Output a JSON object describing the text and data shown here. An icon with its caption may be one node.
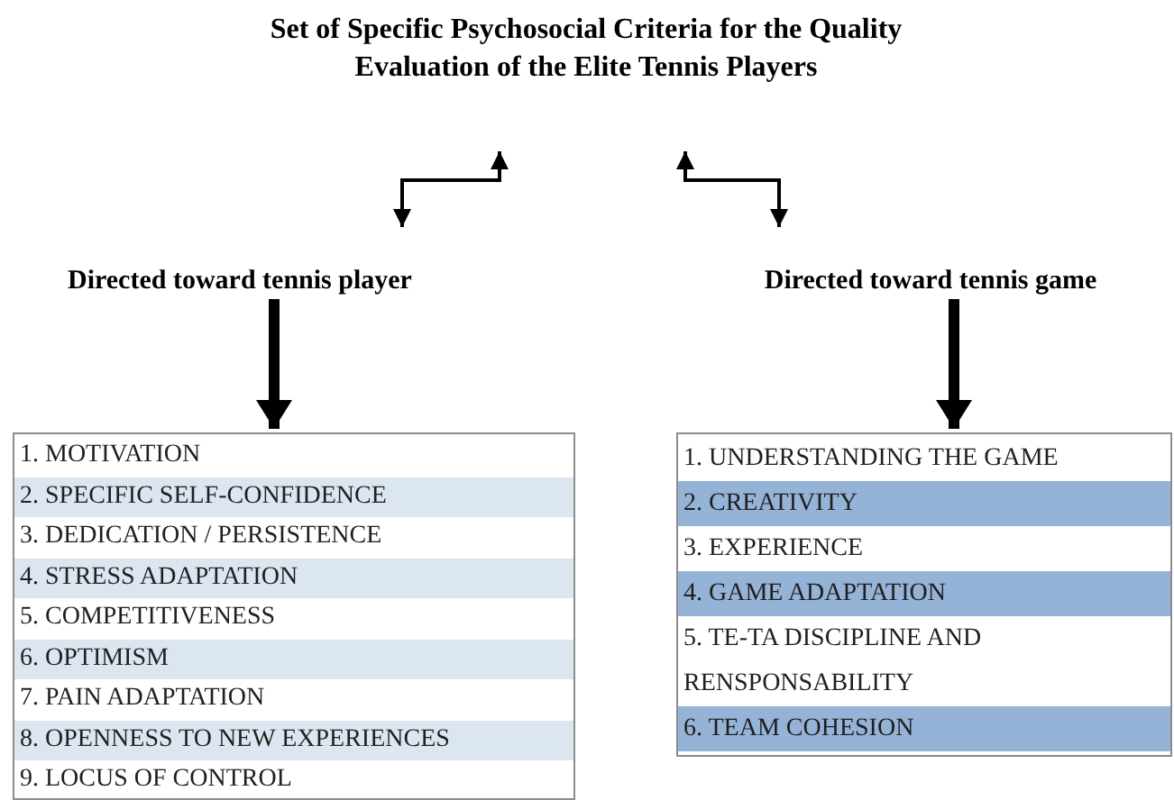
{
  "diagram": {
    "nodes": [
      {
        "text": [
          "Set of Specific Psychosocial Criteria for the Quality Evaluation of the Elite Tennis Players"
        ]
      },
      {
        "text": [
          "Directed toward tennis player"
        ]
      },
      {
        "text": [
          "Directed toward tennis game"
        ]
      },
      {
        "text": [
          "1. MOTIVATION",
          "2. SPECIFIC SELF-CONFIDENCE",
          "3. DEDICATION / PERSISTENCE",
          "4. STRESS ADAPTATION",
          "5. COMPETITIVENESS",
          "6. OPTIMISM",
          "7. PAIN ADAPTATION",
          "8. OPENNESS TO NEW EXPERIENCES",
          "9. LOCUS OF CONTROL"
        ]
      },
      {
        "text": [
          "1. UNDERSTANDING THE GAME",
          "2. CREATIVITY",
          "3. EXPERIENCE",
          "4. GAME ADAPTATION",
          "5. TE-TA DISCIPLINE AND RENSPONSABILITY",
          "6. TEAM COHESION"
        ]
      }
    ],
    "edges": [
      {
        "from": 0,
        "to": 1,
        "arrow": "both"
      },
      {
        "from": 0,
        "to": 2,
        "arrow": "both"
      },
      {
        "from": 1,
        "to": 3,
        "arrow": "to",
        "style": "thick"
      },
      {
        "from": 2,
        "to": 4,
        "arrow": "to",
        "style": "thick"
      }
    ]
  }
}
